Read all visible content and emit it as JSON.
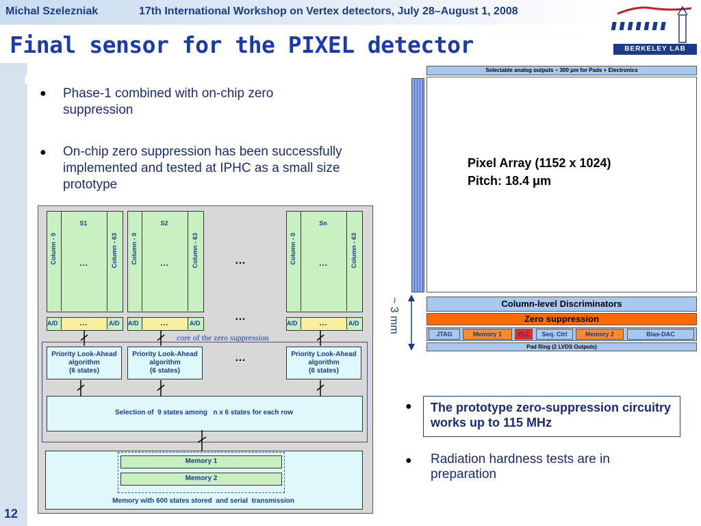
{
  "header": {
    "author": "Michal Szelezniak",
    "conference": "17th International Workshop on Vertex detectors, July 28–August 1, 2008"
  },
  "title": "Final sensor for the PIXEL detector",
  "page_number": "12",
  "logo": {
    "text": "BERKELEY LAB"
  },
  "bullets_top": [
    "Phase-1 combined with on-chip zero suppression",
    "On-chip zero suppression has been successfully implemented and tested at IPHC as a small size prototype"
  ],
  "left_diagram": {
    "sections": [
      {
        "name": "S1",
        "col_first": "Column - 0",
        "col_last": "Column - 63",
        "dots": "…",
        "ad": "A/D",
        "pla": "Priority Look-Ahead algorithm (6 states)"
      },
      {
        "name": "S2",
        "col_first": "Column - 0",
        "col_last": "Column - 63",
        "dots": "…",
        "ad": "A/D",
        "pla": "Priority Look-Ahead algorithm (6 states)"
      },
      {
        "name": "Sn",
        "col_first": "Column - 0",
        "col_last": "Column - 63",
        "dots": "…",
        "ad": "A/D",
        "pla": "Priority Look-Ahead algorithm (6 states)"
      }
    ],
    "pla_line1": "Priority Look-Ahead",
    "pla_line2": "algorithm",
    "pla_line3": "(6 states)",
    "ellipsis": "…",
    "core_label": "core of the zero suppression",
    "selection": "Selection of  9 states among   n x 6 states for each row",
    "memory1": "Memory 1",
    "memory2": "Memory 2",
    "memory_caption": "Memory with 600 states stored  and serial  transmission"
  },
  "right_diagram": {
    "top_bar": "Selectable analog outputs ~ 300 μm for Pads + Electronics",
    "pixel_array_line1": "Pixel Array (1152 x 1024)",
    "pixel_array_line2": "Pitch: 18.4 μm",
    "dimension": "~ 3 mm",
    "discriminators": "Column-level Discriminators",
    "zero_suppression": "Zero suppression",
    "chips": [
      "JTAG",
      "Memory 1",
      "PLL",
      "Seq. Ctrl",
      "Memory 2",
      "Bias-DAC"
    ],
    "pad_ring": "Pad Ring (2 LVDS Outputs)",
    "colors": {
      "discriminators": "#a8c8f0",
      "zero_suppression": "#ff6a00",
      "memory": "#ff8c28",
      "pll": "#ff2020",
      "blue_chip": "#a8c8f0",
      "pixel_stripes": "#8aa8e8"
    }
  },
  "bullets_bottom": [
    "The prototype zero-suppression circuitry works up to 115 MHz",
    "Radiation hardness tests are in preparation"
  ]
}
